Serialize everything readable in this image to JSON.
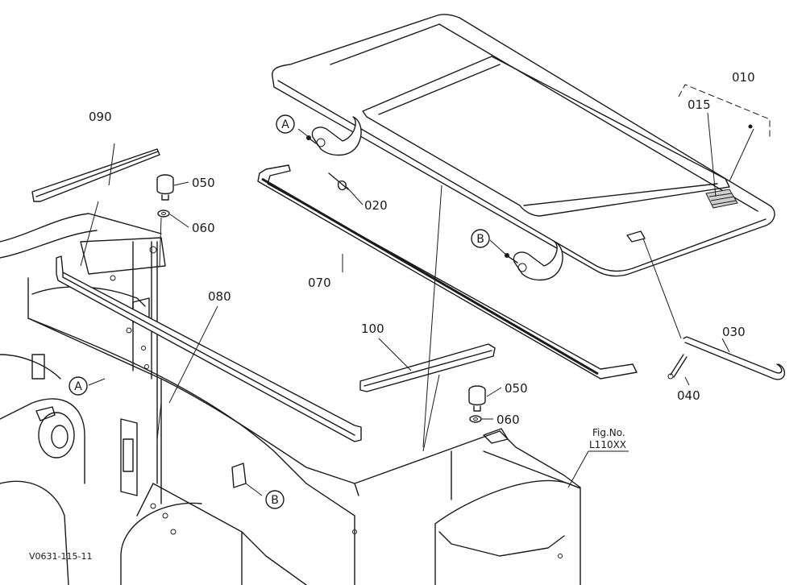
{
  "parts": {
    "p010": "010",
    "p015": "015",
    "p020": "020",
    "p030": "030",
    "p040": "040",
    "p050a": "050",
    "p050b": "050",
    "p060a": "060",
    "p060b": "060",
    "p070": "070",
    "p080": "080",
    "p090": "090",
    "p100": "100"
  },
  "callouts": {
    "a_top": "A",
    "a_bottom": "A",
    "b_top": "B",
    "b_bottom": "B"
  },
  "figure": {
    "label": "Fig.No.",
    "number": "L110XX"
  },
  "drawing_id": "V0631-115-11"
}
